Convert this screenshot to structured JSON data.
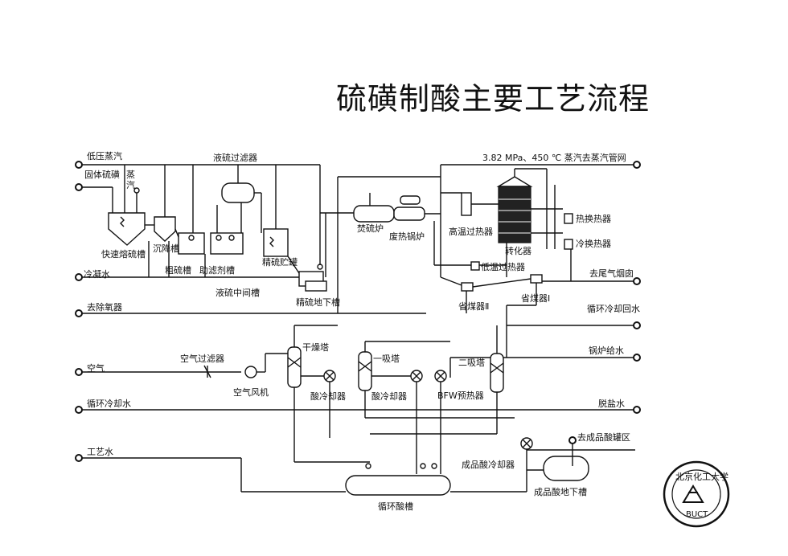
{
  "title": "硫磺制酸主要工艺流程",
  "labels": {
    "low_steam": "低压蒸汽",
    "solid_sulfur": "固体硫磺",
    "steam_a": "蒸",
    "steam_b": "汽",
    "liquid_filter": "液硫过滤器",
    "steam_out": "3.82 MPa、450 ℃ 蒸汽去蒸汽管网",
    "fast_melt": "快速熔硫槽",
    "settle": "沉降槽",
    "crude_tank": "粗硫槽",
    "aid_tank": "助滤剂槽",
    "refined_storage": "精硫贮罐",
    "condensate": "冷凝水",
    "liquid_mid": "液硫中间槽",
    "refined_under": "精硫地下槽",
    "burner": "焚硫炉",
    "waste_boiler": "废热锅炉",
    "hi_superheater": "高温过热器",
    "converter": "转化器",
    "heat_ex": "热换热器",
    "cold_ex": "冷换热器",
    "lo_superheater": "低温过热器",
    "tail_gas": "去尾气烟囱",
    "economizer2": "省煤器Ⅱ",
    "economizer1": "省煤器Ⅰ",
    "deaerator": "去除氧器",
    "cw_return": "循环冷却回水",
    "dry_tower": "干燥塔",
    "abs1": "一吸塔",
    "abs2": "二吸塔",
    "air_filter": "空气过滤器",
    "air": "空气",
    "boiler_feed": "锅炉给水",
    "air_fan": "空气风机",
    "acid_cooler1": "酸冷却器",
    "acid_cooler2": "酸冷却器",
    "bfw_preheater": "BFW预热器",
    "cw": "循环冷却水",
    "demin": "脱盐水",
    "process_water": "工艺水",
    "to_product": "去成品酸罐区",
    "product_cooler": "成品酸冷却器",
    "product_under": "成品酸地下槽",
    "circ_tank": "循环酸槽"
  },
  "logo": {
    "text": "北京化工大学",
    "abbr": "BUCT"
  }
}
